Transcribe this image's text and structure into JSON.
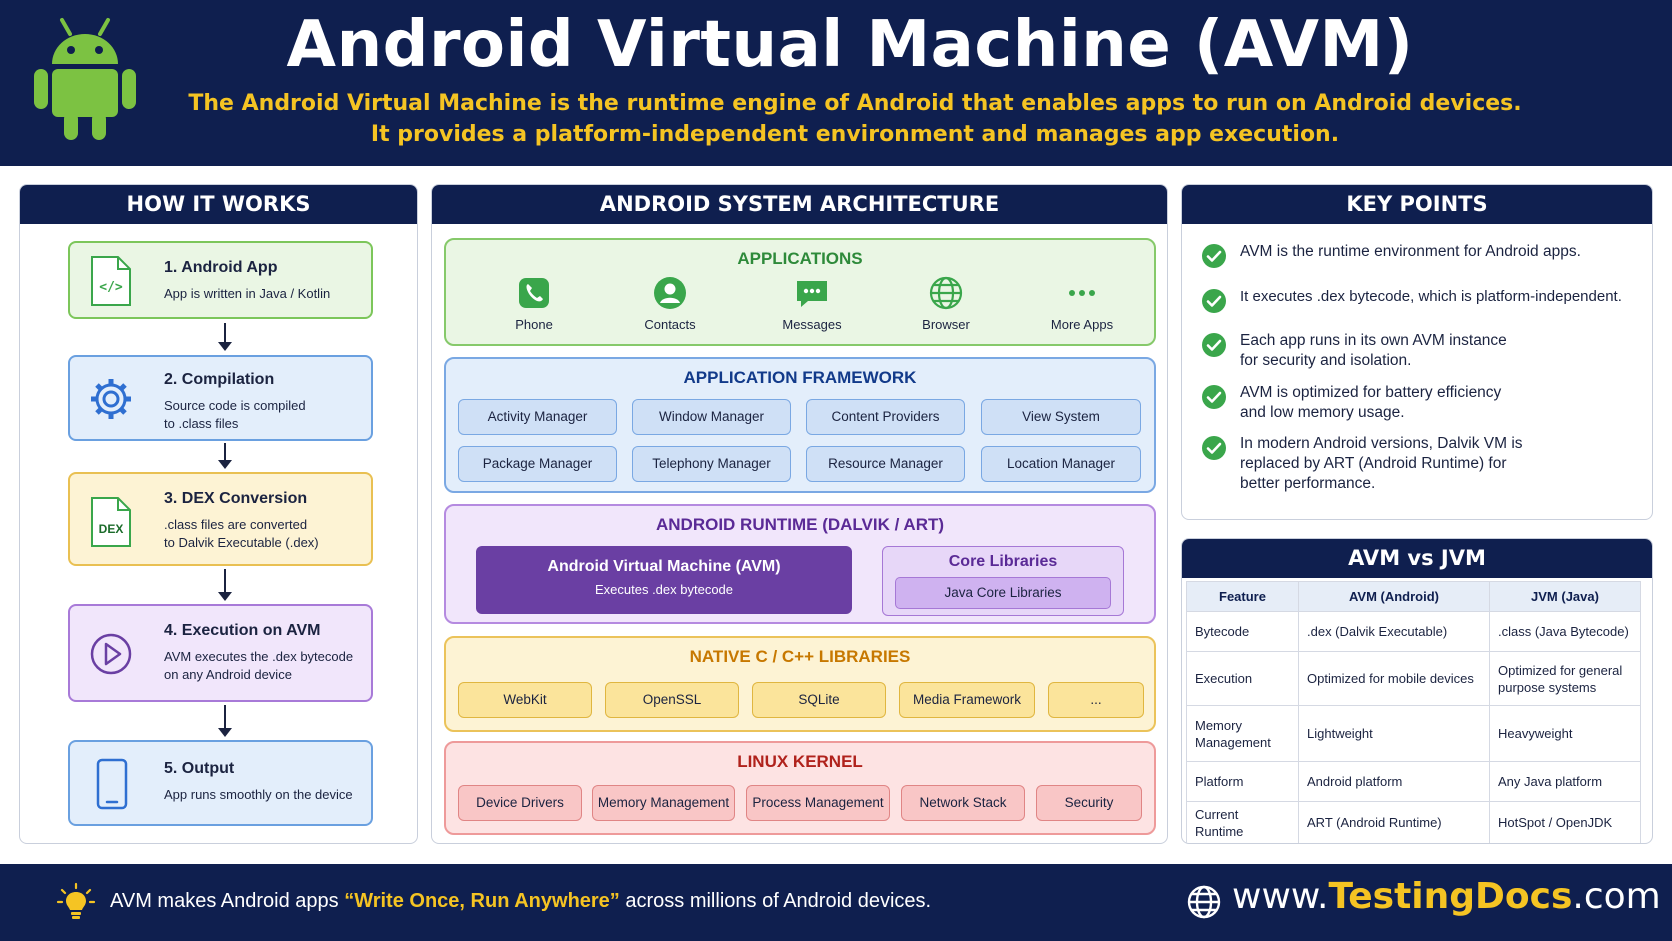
{
  "header": {
    "title": "Android Virtual Machine (AVM)",
    "subtitle_line1": "The Android Virtual Machine is the runtime engine of Android that enables apps to run on Android devices.",
    "subtitle_line2": "It provides a platform-independent environment and manages app execution."
  },
  "how_it_works": {
    "heading": "HOW IT WORKS",
    "steps": [
      {
        "title": "1. Android App",
        "desc": "App is written in Java / Kotlin",
        "icon": "code-file-icon"
      },
      {
        "title": "2. Compilation",
        "desc": "Source code is compiled\nto .class files",
        "icon": "gear-icon"
      },
      {
        "title": "3. DEX Conversion",
        "desc": ".class files are converted\nto Dalvik Executable (.dex)",
        "icon": "dex-file-icon",
        "icon_text": "DEX"
      },
      {
        "title": "4. Execution on AVM",
        "desc": "AVM executes the .dex bytecode\non any Android device",
        "icon": "play-icon"
      },
      {
        "title": "5. Output",
        "desc": "App runs smoothly on the device",
        "icon": "smartphone-icon"
      }
    ]
  },
  "architecture": {
    "heading": "ANDROID SYSTEM ARCHITECTURE",
    "applications": {
      "title": "APPLICATIONS",
      "items": [
        {
          "label": "Phone",
          "icon": "phone-icon"
        },
        {
          "label": "Contacts",
          "icon": "contacts-icon"
        },
        {
          "label": "Messages",
          "icon": "messages-icon"
        },
        {
          "label": "Browser",
          "icon": "globe-icon"
        },
        {
          "label": "More Apps",
          "icon": "more-icon"
        }
      ]
    },
    "framework": {
      "title": "APPLICATION FRAMEWORK",
      "items": [
        "Activity Manager",
        "Window Manager",
        "Content Providers",
        "View System",
        "Package Manager",
        "Telephony Manager",
        "Resource Manager",
        "Location Manager"
      ]
    },
    "runtime": {
      "title": "ANDROID RUNTIME (DALVIK / ART)",
      "avm_title": "Android Virtual Machine (AVM)",
      "avm_desc": "Executes .dex bytecode",
      "core_title": "Core Libraries",
      "core_item": "Java Core Libraries"
    },
    "native": {
      "title": "NATIVE C / C++ LIBRARIES",
      "items": [
        "WebKit",
        "OpenSSL",
        "SQLite",
        "Media Framework",
        "..."
      ]
    },
    "kernel": {
      "title": "LINUX KERNEL",
      "items": [
        "Device Drivers",
        "Memory Management",
        "Process Management",
        "Network Stack",
        "Security"
      ]
    }
  },
  "key_points": {
    "heading": "KEY POINTS",
    "items": [
      "AVM is the runtime environment for Android apps.",
      "It executes .dex bytecode, which is platform-independent.",
      "Each app runs in its own AVM instance\nfor security and isolation.",
      "AVM is optimized for battery efficiency\nand low memory usage.",
      "In modern Android versions, Dalvik VM is\nreplaced by ART (Android Runtime) for\nbetter performance."
    ]
  },
  "comparison": {
    "heading": "AVM vs JVM",
    "columns": [
      "Feature",
      "AVM (Android)",
      "JVM (Java)"
    ],
    "rows": [
      [
        "Bytecode",
        ".dex (Dalvik Executable)",
        ".class (Java Bytecode)"
      ],
      [
        "Execution",
        "Optimized for mobile devices",
        "Optimized for general\npurpose systems"
      ],
      [
        "Memory\nManagement",
        "Lightweight",
        "Heavyweight"
      ],
      [
        "Platform",
        "Android platform",
        "Any Java platform"
      ],
      [
        "Current Runtime",
        "ART (Android Runtime)",
        "HotSpot / OpenJDK"
      ]
    ]
  },
  "footer": {
    "text_before": "AVM makes Android apps ",
    "highlight": "“Write Once, Run Anywhere”",
    "text_after": " across millions of Android devices.",
    "url_prefix": "www.",
    "url_brand": "TestingDocs",
    "url_suffix": ".com"
  },
  "colors": {
    "navy": "#0f1f4f",
    "yellow": "#f5c423",
    "green": "#3aa64b",
    "blue": "#2f6fd1",
    "purple": "#6a3fa3",
    "orange": "#e08a00",
    "red": "#c0392b"
  }
}
